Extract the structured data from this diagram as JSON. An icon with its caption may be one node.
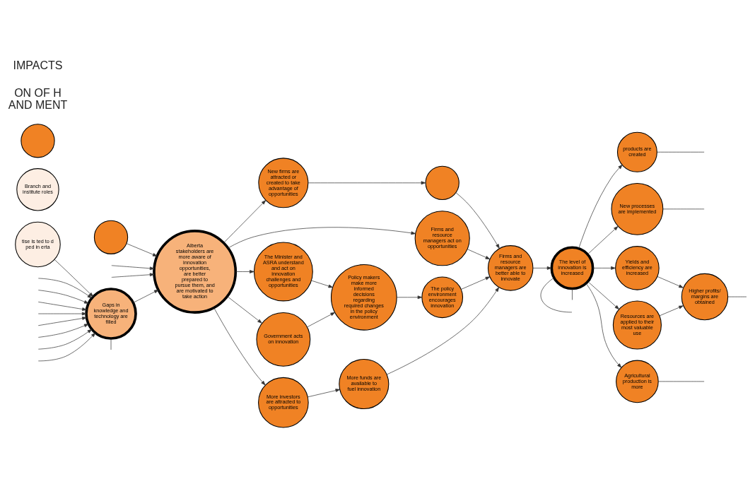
{
  "diagram": {
    "nodes": [
      {
        "text": [
          "Gaps in knowledge and technology are filled"
        ]
      },
      {
        "text": [
          "New firms are attracted or created to take advantage of opportunities"
        ]
      },
      {
        "text": [
          "Firms and resource managers act on opportunities"
        ]
      },
      {
        "text": [
          "Firms and resource managers are better able to innovate"
        ]
      },
      {
        "text": [
          "The level of innovation is increased"
        ]
      },
      {
        "text": [
          "products are created"
        ]
      },
      {
        "text": [
          "New processes are implemented"
        ]
      },
      {
        "text": [
          "Yields and efficiency are increased"
        ]
      },
      {
        "text": [
          "Policy makers make more informed decisions regarding required changes in the policy environment"
        ]
      },
      {
        "text": [
          "tise is ted to d ped in erta"
        ]
      },
      {
        "text": [
          "Alberta stakeholders are more aware of innovation opportunities, are better prepared to pursue them, and are motivated to take action"
        ]
      },
      {
        "text": [
          "The Minister and ASRA understand and act on innovation challenges and opportunities"
        ]
      },
      {
        "text": [
          "The policy environment encourages innovation"
        ]
      },
      {
        "text": [
          "More investors are attracted to opportunities"
        ]
      },
      {
        "text": [
          "Resources are applied to their most valuable use"
        ]
      },
      {
        "text": [
          "Higher profits/ margins are obtained"
        ]
      },
      {
        "text": [
          "Branch and institute roles"
        ]
      },
      {
        "text": [
          "Government acts on innovation"
        ]
      },
      {
        "text": [
          "More funds are available to fuel innovation"
        ]
      },
      {
        "text": [
          "Agricultural production is more"
        ]
      },
      {
        "text": [],
        "shape": "circle"
      },
      {
        "text": [],
        "shape": "circle"
      },
      {
        "text": [],
        "shape": "circle"
      }
    ],
    "edges": [
      {
        "from": null,
        "to": 0,
        "arrow": "to"
      },
      {
        "from": null,
        "to": 0,
        "arrow": "to"
      },
      {
        "from": null,
        "to": 0,
        "arrow": "to"
      },
      {
        "from": null,
        "to": 0,
        "arrow": "to"
      },
      {
        "from": null,
        "to": 0,
        "arrow": "to"
      },
      {
        "from": null,
        "to": 0,
        "arrow": "to"
      },
      {
        "from": null,
        "to": 0,
        "arrow": "to"
      },
      {
        "from": null,
        "to": 0,
        "arrow": "to"
      },
      {
        "from": 0,
        "to": null,
        "arrow": "none"
      },
      {
        "from": 9,
        "to": 0,
        "arrow": "to"
      },
      {
        "from": 0,
        "to": 10,
        "arrow": "to"
      },
      {
        "from": null,
        "to": 10,
        "arrow": "to"
      },
      {
        "from": null,
        "to": 10,
        "arrow": "to"
      },
      {
        "from": 22,
        "to": 10,
        "arrow": "to"
      },
      {
        "from": 10,
        "to": 1,
        "arrow": "to"
      },
      {
        "from": 10,
        "to": 2,
        "arrow": "to"
      },
      {
        "from": 10,
        "to": 11,
        "arrow": "to"
      },
      {
        "from": 10,
        "to": 13,
        "arrow": "to"
      },
      {
        "from": 10,
        "to": 17,
        "arrow": "to"
      },
      {
        "from": 1,
        "to": 21,
        "arrow": "to"
      },
      {
        "from": 21,
        "to": 3,
        "arrow": "to"
      },
      {
        "from": 2,
        "to": 3,
        "arrow": "to"
      },
      {
        "from": 11,
        "to": 8,
        "arrow": "to"
      },
      {
        "from": 17,
        "to": 8,
        "arrow": "to"
      },
      {
        "from": 8,
        "to": 12,
        "arrow": "to"
      },
      {
        "from": 12,
        "to": 3,
        "arrow": "to"
      },
      {
        "from": 13,
        "to": 18,
        "arrow": "to"
      },
      {
        "from": 18,
        "to": 3,
        "arrow": "to"
      },
      {
        "from": 3,
        "to": 4,
        "arrow": "to"
      },
      {
        "from": 4,
        "to": 5,
        "arrow": "to"
      },
      {
        "from": 4,
        "to": 6,
        "arrow": "to"
      },
      {
        "from": 4,
        "to": 7,
        "arrow": "to"
      },
      {
        "from": 4,
        "to": 14,
        "arrow": "to"
      },
      {
        "from": 4,
        "to": 19,
        "arrow": "to"
      },
      {
        "from": 4,
        "to": null,
        "arrow": "none"
      },
      {
        "from": 4,
        "to": null,
        "arrow": "none"
      },
      {
        "from": 7,
        "to": 15,
        "arrow": "to"
      },
      {
        "from": 14,
        "to": 15,
        "arrow": "to"
      },
      {
        "from": 5,
        "to": null,
        "arrow": "none"
      },
      {
        "from": 6,
        "to": null,
        "arrow": "none"
      },
      {
        "from": 15,
        "to": null,
        "arrow": "none"
      },
      {
        "from": 19,
        "to": null,
        "arrow": "none"
      }
    ],
    "labels": [
      "ON OF H AND MENT",
      "IMPACTS"
    ]
  }
}
